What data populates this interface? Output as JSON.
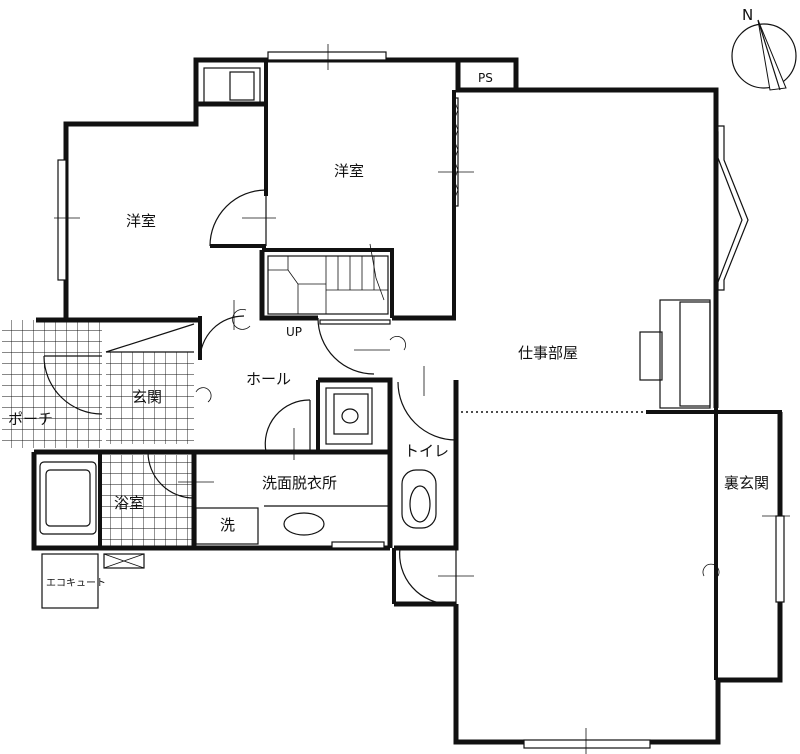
{
  "rooms": {
    "western_room_1": "洋室",
    "western_room_2": "洋室",
    "ps": "PS",
    "office": "仕事部屋",
    "hall": "ホール",
    "entrance": "玄関",
    "porch": "ポーチ",
    "washroom": "洗面脱衣所",
    "toilet": "トイレ",
    "bathroom": "浴室",
    "back_entrance": "裏玄関",
    "washer": "洗",
    "eco_cute": "エコキュート",
    "stairs_up": "UP"
  },
  "compass": {
    "north_label": "N"
  }
}
